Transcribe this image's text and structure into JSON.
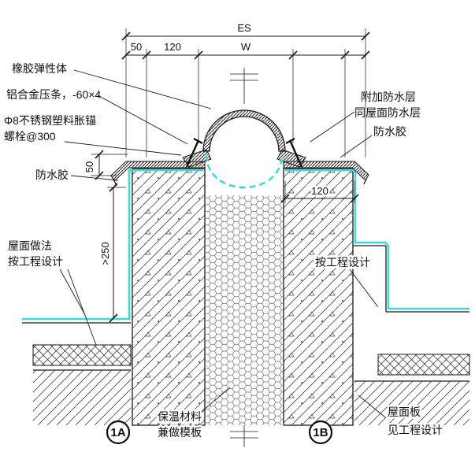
{
  "colors": {
    "membrane": "#3BDBDB",
    "ink": "#1a1a1a"
  },
  "labels": {
    "rubber_body": "橡胶弹性体",
    "aluminum_strip": "铝合金压条，-60×4",
    "anchor_bolt_1": "Φ8不锈钢塑料胀锚",
    "anchor_bolt_2": "螺栓@300",
    "sealant_left": "防水胶",
    "roof_practice_1": "屋面做法",
    "roof_practice_2": "按工程设计",
    "extra_membrane_1": "附加防水层",
    "extra_membrane_2": "同屋面防水层",
    "sealant_right": "防水胶",
    "per_design_right": "按工程设计",
    "insulation_1": "保温材料",
    "insulation_2": "兼做模板",
    "roof_slab_1": "屋面板",
    "roof_slab_2": "见工程设计"
  },
  "dimensions": {
    "total": "ES",
    "seg_50": "50",
    "seg_120": "120",
    "seg_w": "W",
    "flashing_height": "50",
    "upstand_height": ">250",
    "wall_thickness": "120"
  },
  "detail_markers": {
    "left": "1A",
    "right": "1B"
  }
}
